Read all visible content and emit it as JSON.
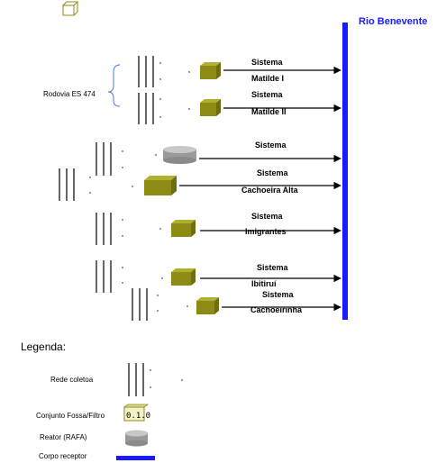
{
  "river_label": "Rio Benevente",
  "road_label": "Rodovia ES 474",
  "systems": [
    {
      "line1": "Sistema",
      "line2": "Matilde I"
    },
    {
      "line1": "Sistema",
      "line2": "Matilde II"
    },
    {
      "line1": "Sistema",
      "line2": ""
    },
    {
      "line1": "Sistema",
      "line2": "Cachoeira Alta"
    },
    {
      "line1": "Sistema",
      "line2": "Imigrantes"
    },
    {
      "line1": "Sistema",
      "line2": "Ibitiruí"
    },
    {
      "line1": "Sistema",
      "line2": "Cachoeirinha"
    }
  ],
  "legend": {
    "title": "Legenda:",
    "items": [
      {
        "label": "Rede coletoa"
      },
      {
        "label": "Conjunto Fossa/Filtro"
      },
      {
        "label": "Reator (RAFA)"
      },
      {
        "label": "Corpo receptor"
      }
    ]
  },
  "colors": {
    "river": "#1a1aff",
    "fossa": "#8c8c14",
    "fossa_top": "#b0b030",
    "reactor": "#9a9a9a",
    "reactor_top": "#c8c8c8"
  }
}
